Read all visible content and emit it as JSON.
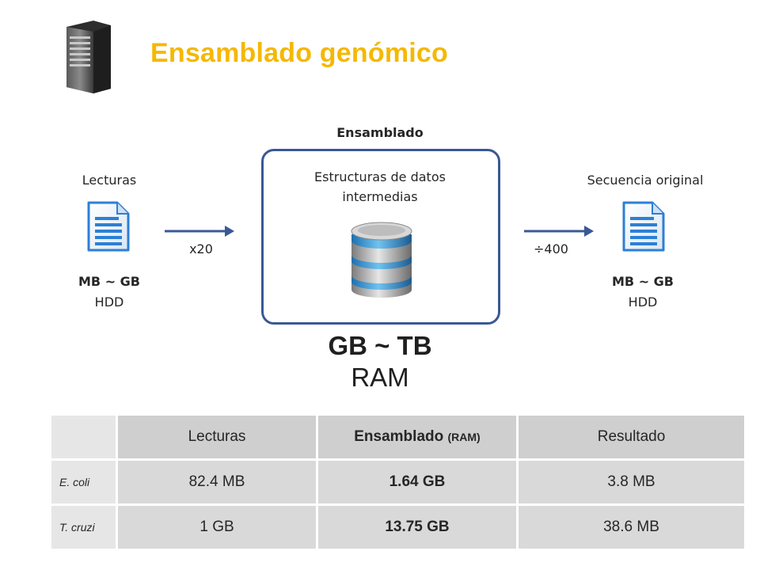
{
  "title": "Ensamblado genómico",
  "left": {
    "label": "Lecturas",
    "size": "MB ~ GB",
    "storage": "HDD"
  },
  "center": {
    "header": "Ensamblado",
    "box_label": "Estructuras de datos intermedias",
    "size": "GB ~ TB",
    "storage": "RAM"
  },
  "right": {
    "label": "Secuencia original",
    "size": "MB ~ GB",
    "storage": "HDD"
  },
  "arrows": {
    "left_factor": "x20",
    "right_factor": "÷400"
  },
  "table": {
    "headers": [
      "Lecturas",
      "Ensamblado",
      "(RAM)",
      "Resultado"
    ],
    "rows": [
      {
        "organism": "E. coli",
        "lecturas": "82.4 MB",
        "ensamblado": "1.64 GB",
        "resultado": "3.8 MB"
      },
      {
        "organism": "T. cruzi",
        "lecturas": "1 GB",
        "ensamblado": "13.75 GB",
        "resultado": "38.6 MB"
      }
    ]
  },
  "colors": {
    "title": "#f5b800",
    "box_border": "#3a5896",
    "arrow": "#3a5896",
    "table_cell": "#d9d9d9"
  },
  "icons": [
    "server-icon",
    "document-icon",
    "database-icon"
  ]
}
